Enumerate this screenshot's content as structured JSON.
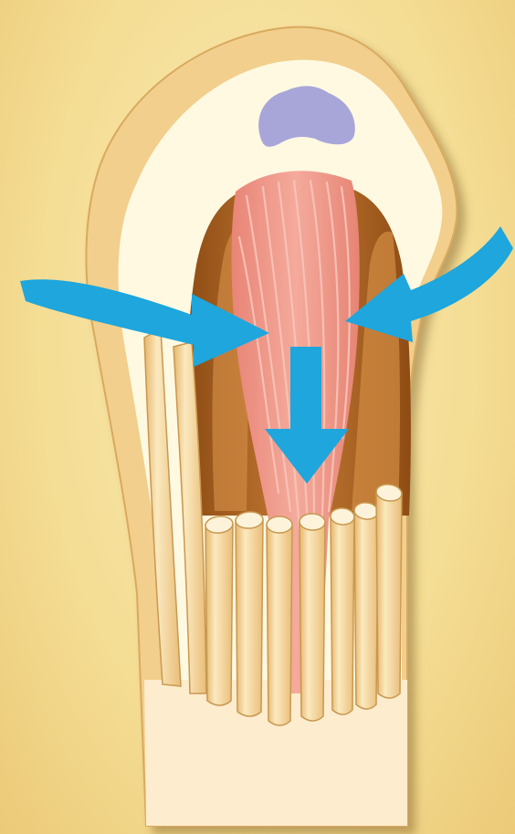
{
  "figure": {
    "colors": {
      "background": "#f4dd94",
      "outer_tissue": "#f2cf8c",
      "outer_tissue_edge": "#d9a95e",
      "inner_pith": "#fff9e2",
      "body_lower": "#fdeccd",
      "purple_blob": "#a8a6d8",
      "pink_muscle": "#ee9588",
      "pink_fiber": "#f7c4b8",
      "brown_cavity": "#a65f1e",
      "brown_cavity_light": "#d59350",
      "cylinder_fill": "#f8e0ad",
      "cylinder_edge": "#c99850",
      "arrow_blue": "#1ea6dd"
    },
    "arrows": [
      {
        "name": "arrow-left-inward",
        "direction": "right"
      },
      {
        "name": "arrow-right-inward",
        "direction": "left"
      },
      {
        "name": "arrow-center-downward",
        "direction": "down"
      }
    ],
    "cylinder_count": 7
  }
}
